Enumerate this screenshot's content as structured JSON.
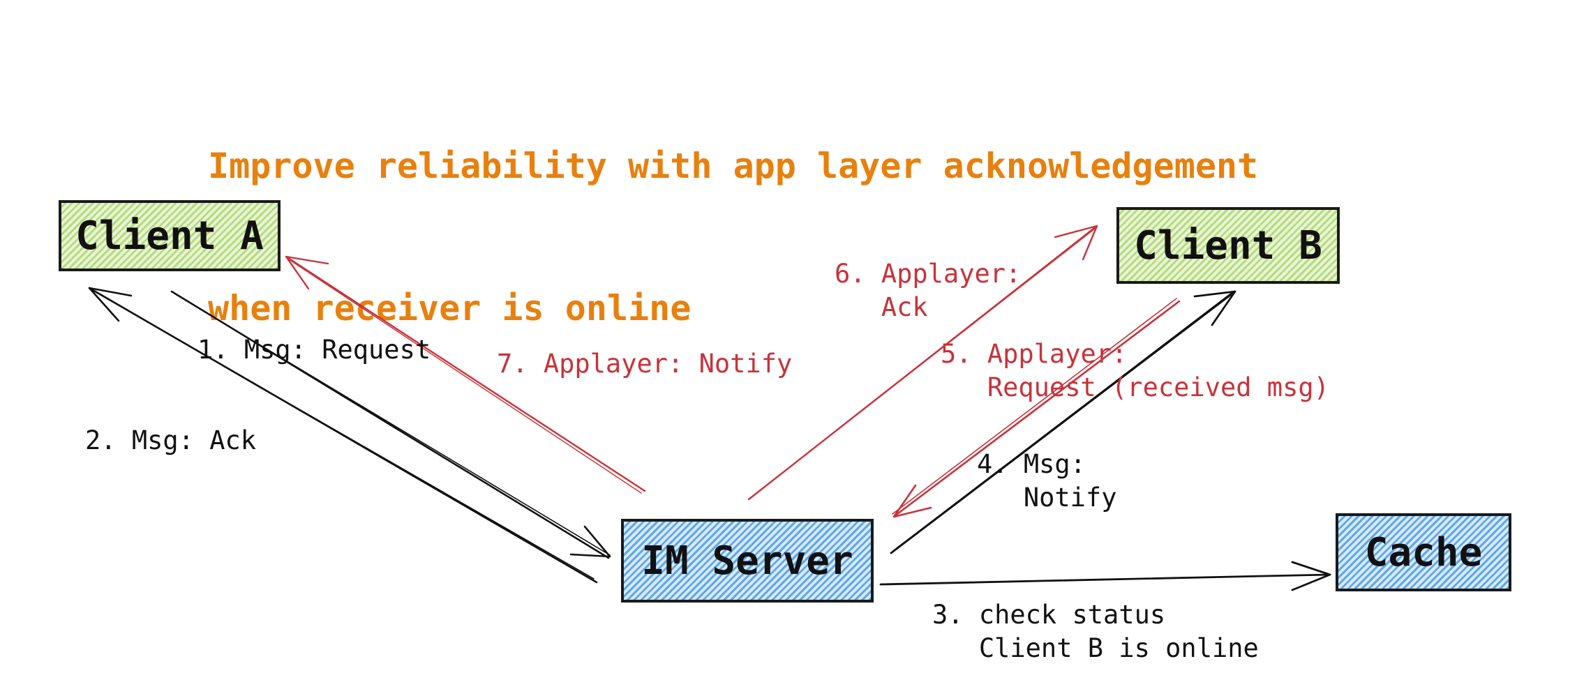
{
  "title": {
    "line1": "Improve reliability with app layer acknowledgement",
    "line2": "when receiver is online"
  },
  "nodes": {
    "client_a": "Client A",
    "client_b": "Client B",
    "im_server": "IM Server",
    "cache": "Cache"
  },
  "edges": {
    "msg_request": "1. Msg: Request",
    "msg_ack": "2. Msg: Ack",
    "check_status": "3. check status\n   Client B is online",
    "msg_notify": "4. Msg:\n   Notify",
    "applayer_request": "5. Applayer:\n   Request (received msg)",
    "applayer_ack": "6. Applayer:\n   Ack",
    "applayer_notify": "7. Applayer: Notify"
  },
  "colors": {
    "title": "#e8800e",
    "request_flow": "#111111",
    "applayer_flow": "#c8323a",
    "client_fill": "#b7db80",
    "server_fill": "#62a8ea"
  }
}
